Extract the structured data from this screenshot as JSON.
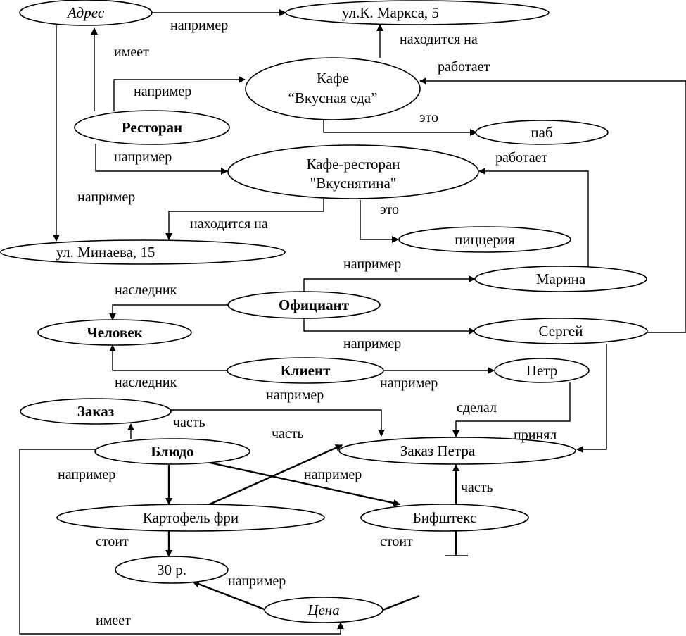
{
  "nodes": {
    "adres": {
      "label": [
        "Адрес"
      ]
    },
    "marksa": {
      "label": [
        "ул.К. Маркса, 5"
      ]
    },
    "kafe": {
      "label": [
        "Кафе",
        "“Вкусная еда”"
      ]
    },
    "restoran": {
      "label": [
        "Ресторан"
      ]
    },
    "pab": {
      "label": [
        "паб"
      ]
    },
    "kafe_restoran": {
      "label": [
        "Кафе-ресторан",
        "\"Вкуснятина\""
      ]
    },
    "minaeva": {
      "label": [
        "ул. Минаева, 15"
      ]
    },
    "piccheria": {
      "label": [
        "пиццерия"
      ]
    },
    "marina": {
      "label": [
        "Марина"
      ]
    },
    "oficiant": {
      "label": [
        "Официант"
      ]
    },
    "chelovek": {
      "label": [
        "Человек"
      ]
    },
    "sergey": {
      "label": [
        "Сергей"
      ]
    },
    "klient": {
      "label": [
        "Клиент"
      ]
    },
    "petr": {
      "label": [
        "Петр"
      ]
    },
    "zakaz": {
      "label": [
        "Заказ"
      ]
    },
    "blyudo": {
      "label": [
        "Блюдо"
      ]
    },
    "zakaz_petra": {
      "label": [
        "Заказ Петра"
      ]
    },
    "kartofel": {
      "label": [
        "Картофель фри"
      ]
    },
    "bifshteks": {
      "label": [
        "Бифштекс"
      ]
    },
    "price30": {
      "label": [
        "30 р."
      ]
    },
    "cena": {
      "label": [
        "Цена"
      ]
    }
  },
  "edge_labels": {
    "adres_marksa": "например",
    "restoran_adres": "имеет",
    "marksa_nahoditsya": "находится на",
    "sergey_kafe": "работает",
    "restoran_kafe": "например",
    "kafe_pab": "это",
    "restoran_kr": "например",
    "marina_kr": "работает",
    "adres_minaeva": "например",
    "kr_minaeva": "находится на",
    "kr_piccheria": "это",
    "oficiant_marina": "например",
    "oficiant_chelovek": "наследник",
    "oficiant_sergey": "например",
    "klient_chelovek": "наследник",
    "klient_petr": "например",
    "klient_naprimer": "например",
    "petr_sdelal": "сделал",
    "blyudo_zakaz": "часть",
    "zakaz_chast": "часть",
    "sergey_prinyal": "принял",
    "blyudo_kartofel": "например",
    "blyudo_bifshteks": "например",
    "bifshteks_chast": "часть",
    "kartofel_stoit": "стоит",
    "bifshteks_stoit": "стоит",
    "cena_price": "например",
    "blyudo_cena": "имеет"
  }
}
